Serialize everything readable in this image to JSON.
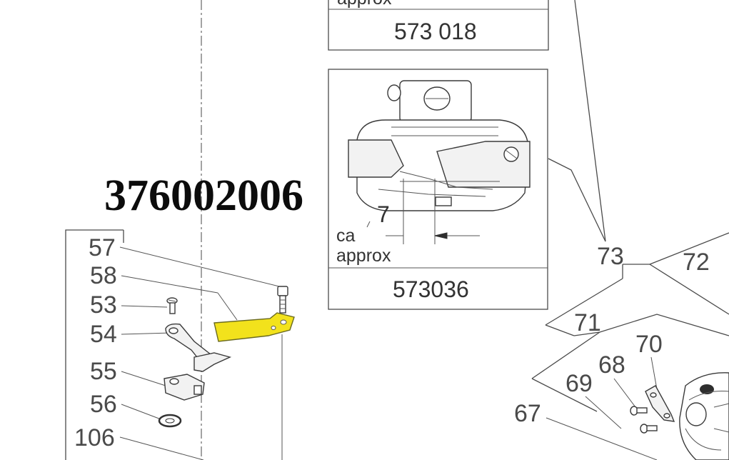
{
  "diagram": {
    "part_number": "376002006",
    "highlight_color": "#f2e21c",
    "callouts": {
      "c57": "57",
      "c58": "58",
      "c53": "53",
      "c54": "54",
      "c55": "55",
      "c56": "56",
      "c106": "106",
      "c73": "73",
      "c72": "72",
      "c71": "71",
      "c70": "70",
      "c68": "68",
      "c69": "69",
      "c67": "67"
    },
    "top_box": {
      "label": "approx",
      "code": "573 018"
    },
    "detail_box": {
      "dimension": "7",
      "label_ca": "ca",
      "label_approx": "approx",
      "code": "573036"
    }
  }
}
